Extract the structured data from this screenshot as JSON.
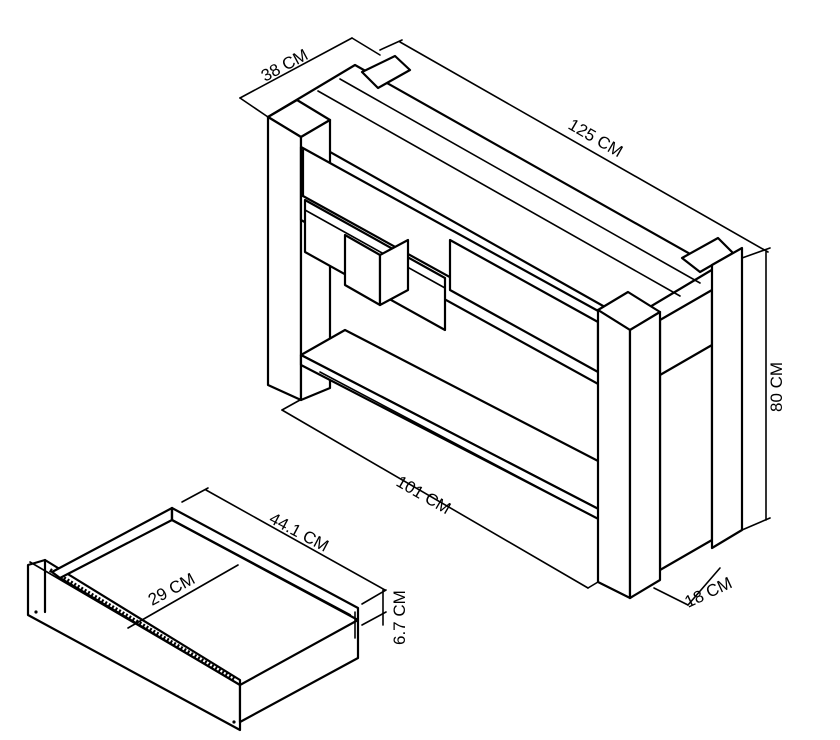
{
  "diagram": {
    "console_table": {
      "depth_label": "38 CM",
      "width_label": "125 CM",
      "height_label": "80 CM",
      "inner_width_label": "101 CM",
      "leg_width_label": "18 CM"
    },
    "drawer": {
      "depth_label": "44.1 CM",
      "inner_width_label": "29 CM",
      "height_label": "6.7 CM"
    }
  }
}
